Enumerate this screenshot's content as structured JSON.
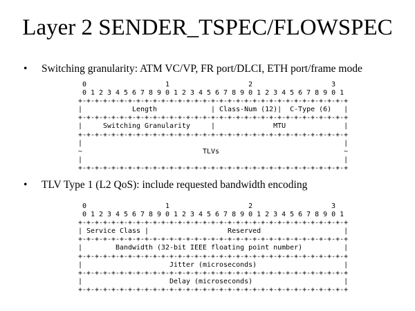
{
  "title": "Layer 2 SENDER_TSPEC/FLOWSPEC",
  "bullets": [
    {
      "symbol": "•",
      "text": "Switching granularity: ATM VC/VP, FR port/DLCI, ETH port/frame mode"
    },
    {
      "symbol": "•",
      "text": "TLV Type 1 (L2 QoS): include requested bandwidth encoding"
    }
  ],
  "diagram1": [
    " 0                   1                   2                   3",
    " 0 1 2 3 4 5 6 7 8 9 0 1 2 3 4 5 6 7 8 9 0 1 2 3 4 5 6 7 8 9 0 1",
    "+-+-+-+-+-+-+-+-+-+-+-+-+-+-+-+-+-+-+-+-+-+-+-+-+-+-+-+-+-+-+-+-+",
    "|            Length             | Class-Num (12)|  C-Type (6)   |",
    "+-+-+-+-+-+-+-+-+-+-+-+-+-+-+-+-+-+-+-+-+-+-+-+-+-+-+-+-+-+-+-+-+",
    "|     Switching Granularity     |              MTU              |",
    "+-+-+-+-+-+-+-+-+-+-+-+-+-+-+-+-+-+-+-+-+-+-+-+-+-+-+-+-+-+-+-+-+",
    "|                                                               |",
    "~                             TLVs                              ~",
    "|                                                               |",
    "+-+-+-+-+-+-+-+-+-+-+-+-+-+-+-+-+-+-+-+-+-+-+-+-+-+-+-+-+-+-+-+-+"
  ],
  "diagram2": [
    " 0                   1                   2                   3",
    " 0 1 2 3 4 5 6 7 8 9 0 1 2 3 4 5 6 7 8 9 0 1 2 3 4 5 6 7 8 9 0 1",
    "+-+-+-+-+-+-+-+-+-+-+-+-+-+-+-+-+-+-+-+-+-+-+-+-+-+-+-+-+-+-+-+-+",
    "| Service Class |                   Reserved                    |",
    "+-+-+-+-+-+-+-+-+-+-+-+-+-+-+-+-+-+-+-+-+-+-+-+-+-+-+-+-+-+-+-+-+",
    "|        Bandwidth (32-bit IEEE floating point number)          |",
    "+-+-+-+-+-+-+-+-+-+-+-+-+-+-+-+-+-+-+-+-+-+-+-+-+-+-+-+-+-+-+-+-+",
    "|                     Jitter (microseconds)                     |",
    "+-+-+-+-+-+-+-+-+-+-+-+-+-+-+-+-+-+-+-+-+-+-+-+-+-+-+-+-+-+-+-+-+",
    "|                     Delay (microseconds)                      |",
    "+-+-+-+-+-+-+-+-+-+-+-+-+-+-+-+-+-+-+-+-+-+-+-+-+-+-+-+-+-+-+-+-+"
  ]
}
